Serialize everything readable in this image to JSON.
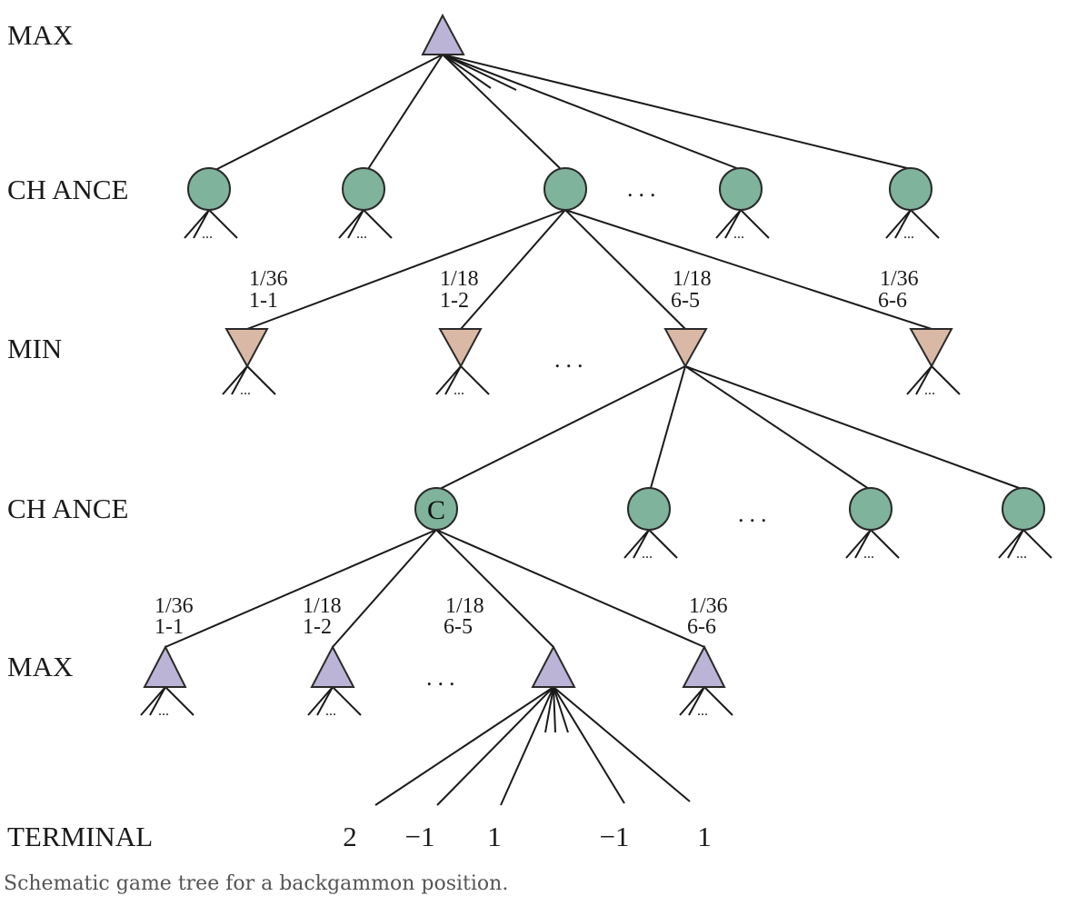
{
  "figure": {
    "caption": "Schematic game tree for a backgammon position.",
    "colors": {
      "max_fill": "#bcb4d6",
      "min_fill": "#d9b8a6",
      "chance_fill": "#7fb39c",
      "stroke": "#1a1a1a"
    },
    "levels": [
      {
        "id": "max-top",
        "label": "MAX"
      },
      {
        "id": "chance-1",
        "label": "CH ANCE"
      },
      {
        "id": "min",
        "label": "MIN"
      },
      {
        "id": "chance-2",
        "label": "CH ANCE"
      },
      {
        "id": "max-bottom",
        "label": "MAX"
      },
      {
        "id": "terminal",
        "label": "TERMINAL"
      }
    ],
    "chance_1_edges": [
      {
        "prob": "1/36",
        "roll": "1-1"
      },
      {
        "prob": "1/18",
        "roll": "1-2"
      },
      {
        "prob": "1/18",
        "roll": "6-5"
      },
      {
        "prob": "1/36",
        "roll": "6-6"
      }
    ],
    "chance_2_node_label": "C",
    "chance_2_edges": [
      {
        "prob": "1/36",
        "roll": "1-1"
      },
      {
        "prob": "1/18",
        "roll": "1-2"
      },
      {
        "prob": "1/18",
        "roll": "6-5"
      },
      {
        "prob": "1/36",
        "roll": "6-6"
      }
    ],
    "terminal_values": [
      "2",
      "−1",
      "1",
      "−1",
      "1"
    ],
    "ellipsis": "...",
    "sub_ellipsis": "..."
  }
}
